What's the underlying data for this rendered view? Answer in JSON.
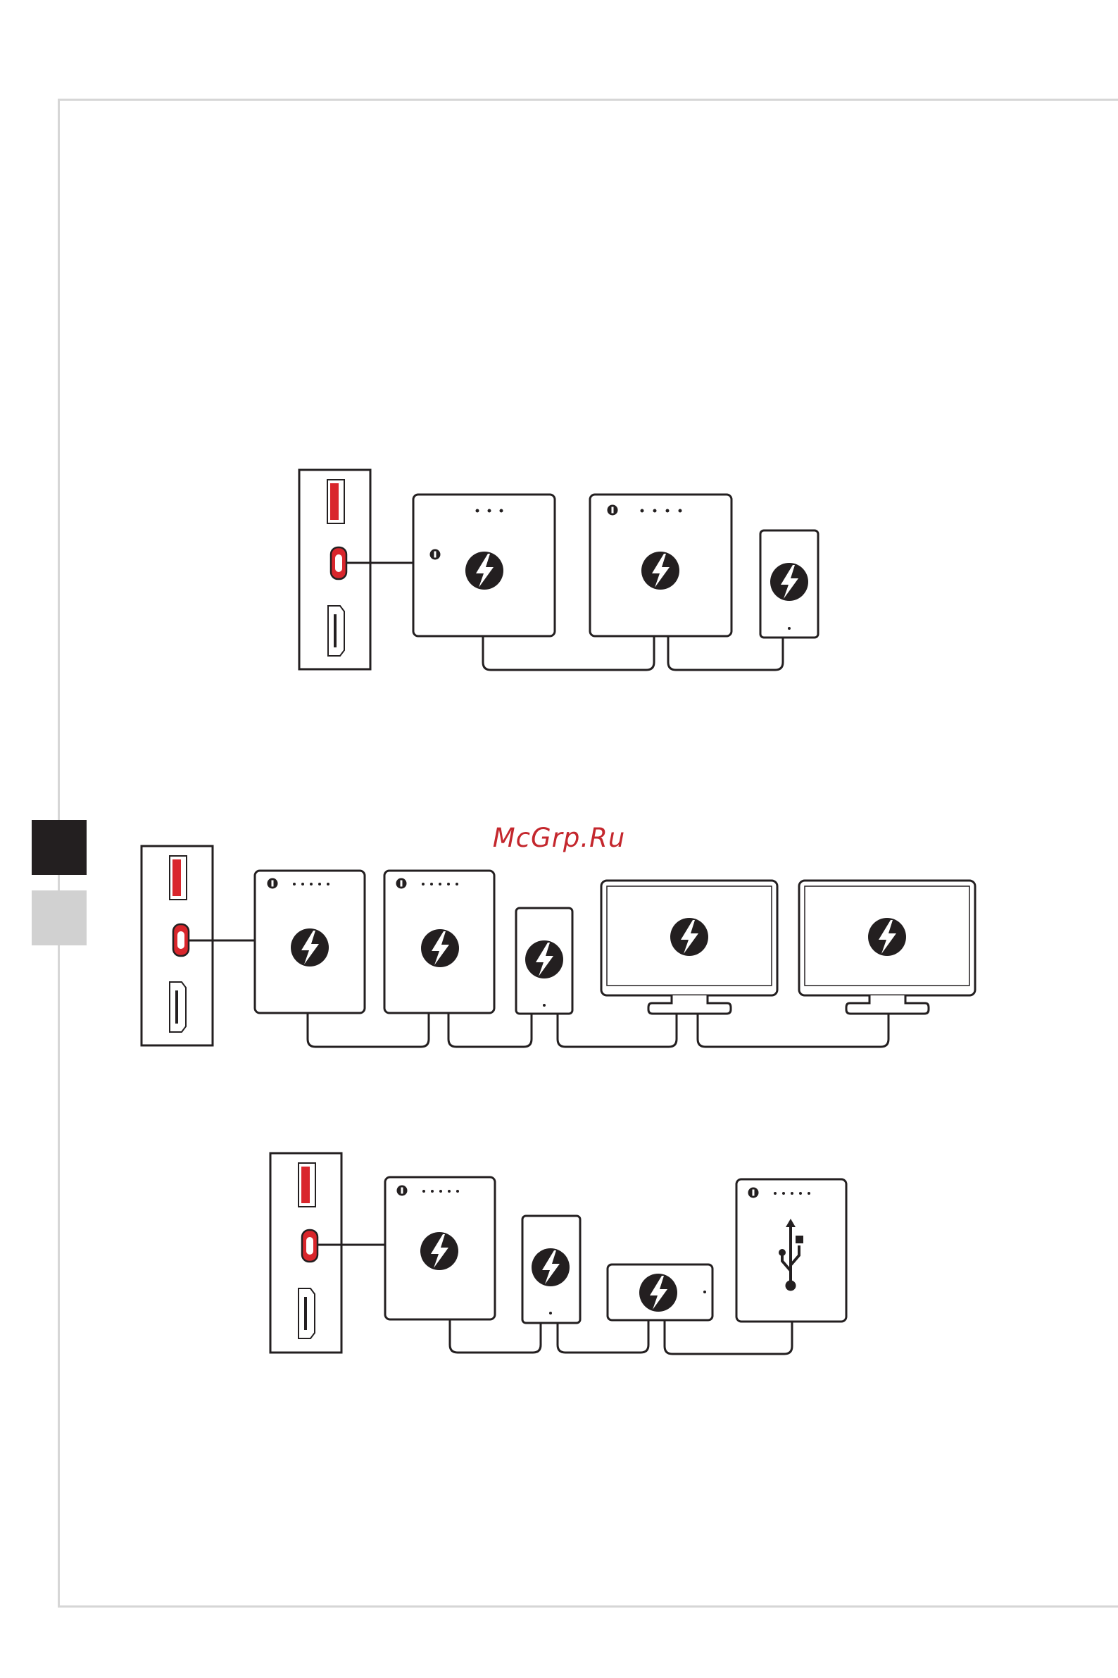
{
  "watermark": "McGrp.Ru",
  "colors": {
    "accent": "#d9262c",
    "ink": "#231f20",
    "frame": "#d6d6d6",
    "tab_dark": "#231f20",
    "tab_light": "#d1d1d1"
  },
  "icons": [
    "thunderbolt-icon",
    "usb-trident-icon",
    "usb-a-port-icon",
    "usb-c-port-icon",
    "hdmi-port-icon",
    "power-icon"
  ],
  "diagrams": [
    {
      "name": "daisy-chain-1",
      "devices": [
        "storage",
        "storage",
        "phone"
      ]
    },
    {
      "name": "daisy-chain-2",
      "devices": [
        "storage",
        "storage",
        "phone",
        "monitor",
        "monitor"
      ]
    },
    {
      "name": "daisy-chain-3",
      "devices": [
        "storage",
        "phone",
        "dock",
        "usb-hub"
      ]
    }
  ]
}
